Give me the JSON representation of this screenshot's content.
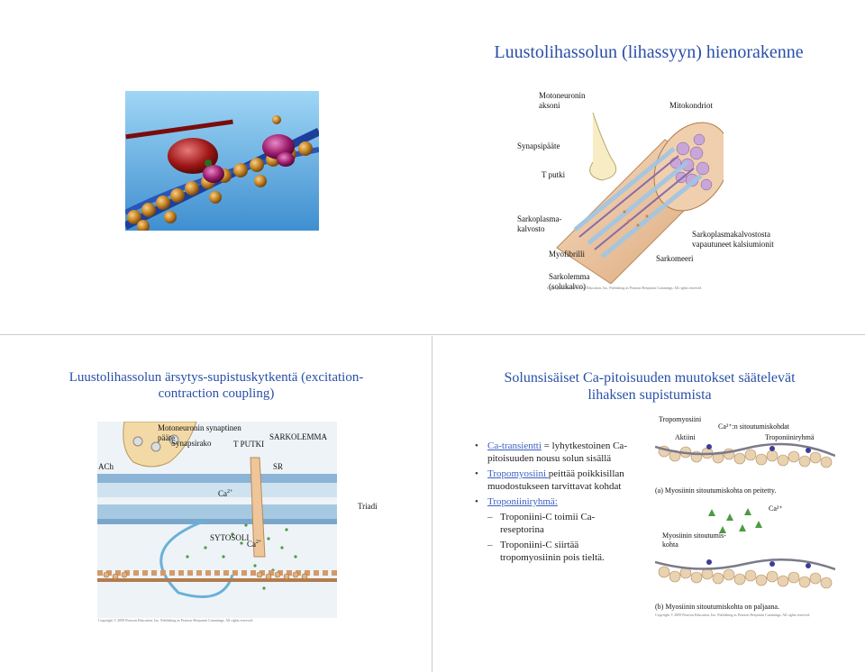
{
  "slide1": {
    "title": "Luustolihassolun (lihassyyn) hienorakenne",
    "labels": {
      "motoneuron": "Motoneuronin aksoni",
      "mitochondria": "Mitokondriot",
      "synaptic_end": "Synapsipääte",
      "t_tubule": "T putki",
      "sr": "Sarkoplasma-kalvosto",
      "myofibril": "Myofibrilli",
      "sarcomere": "Sarkomeeri",
      "ca_release": "Sarkoplasmakalvostosta vapautuneet kalsiumionit",
      "sarcolemma": "Sarkolemma (solukalvo)"
    },
    "copyright": "Copyright © 2009 Pearson Education, Inc. Publishing as Pearson Benjamin Cummings. All rights reserved."
  },
  "slide2": {
    "title": "Luustolihassolun ärsytys-supistuskytkentä (excitation-contraction coupling)",
    "labels": {
      "synaptic_end": "Motoneuronin synaptinen pääte",
      "synaptic_cleft": "Synapsirako",
      "t_tubule": "T PUTKI",
      "sarcolemma": "SARKOLEMMA",
      "ach": "ACh",
      "sr": "SR",
      "ca": "Ca",
      "sup": "2+",
      "cytosol": "SYTOSOLI",
      "triad": "Triadi"
    },
    "copyright": "Copyright © 2009 Pearson Education, Inc. Publishing as Pearson Benjamin Cummings. All rights reserved."
  },
  "slide3": {
    "title": "Solunsisäiset Ca-pitoisuuden muutokset säätelevät lihaksen supistumista",
    "bullets": [
      {
        "link": "Ca-transientti",
        "text": " = lyhytkestoinen Ca-pitoisuuden nousu solun sisällä"
      },
      {
        "link": "Tropomyosiini ",
        "text": "peittää poikkisillan muodostukseen tarvittavat kohdat"
      },
      {
        "link": "Troponiiniryhmä:",
        "text": ""
      }
    ],
    "sub_bullets": [
      "Troponiini-C toimii Ca-reseptorina",
      "Troponiini-C siirtää tropomyosiinin pois tieltä."
    ],
    "labels": {
      "tropomyosin": "Tropomyosiini",
      "ca_binding": "Ca²⁺:n sitoutumiskohdat",
      "actin": "Aktiini",
      "troponin": "Troponiiniryhmä",
      "panel_a": "(a) Myosiinin sitoutumiskohta on peitetty.",
      "ca2": "Ca²⁺",
      "myosin_site": "Myosiinin sitoutumis-kohta",
      "panel_b": "(b) Myosiinin  sitoutumiskohta on paljaana."
    },
    "copyright": "Copyright © 2009 Pearson Education, Inc. Publishing as Pearson Benjamin Cummings. All rights reserved."
  }
}
